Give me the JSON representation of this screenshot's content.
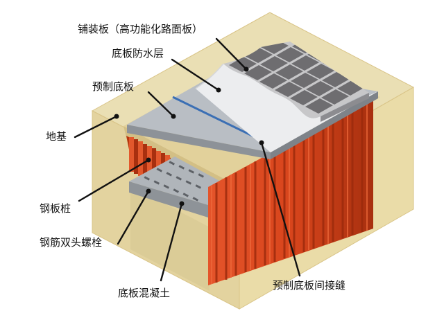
{
  "diagram": {
    "labels": {
      "paving_slab": "铺装板（高功能化路面板）",
      "waterproof_layer": "底板防水层",
      "precast_slab": "预制底板",
      "foundation": "地基",
      "steel_sheet_pile": "钢板桩",
      "double_head_bolt": "钢筋双头螺栓",
      "base_concrete": "底板混凝土",
      "precast_joint": "预制底板间接缝"
    },
    "colors": {
      "soil": "#e7d9a9",
      "soil_edge": "#d9c487",
      "sheet_pile": "#d8451c",
      "sheet_pile_dark": "#a8300f",
      "precast_slab": "#b9bec4",
      "waterproof": "#edeef0",
      "paving_tile": "#6f6e70",
      "paving_grout": "#c9c9cb",
      "joint_line": "#3b6fb4",
      "leader": "#111111"
    }
  }
}
